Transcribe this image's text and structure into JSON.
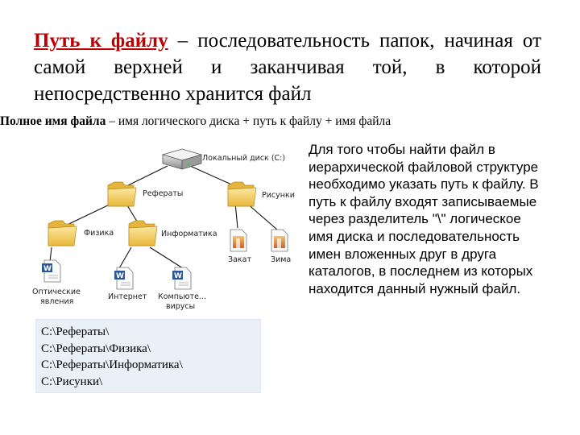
{
  "title": {
    "term": "Путь к файлу",
    "rest": " – последовательность папок, начиная от самой верхней и заканчивая той, в которой непосредственно хранится файл"
  },
  "subtitle": {
    "term": "Полное имя файла",
    "rest": " – имя логического диска + путь к файлу + имя файла"
  },
  "description": "Для того чтобы найти файл в иерархической файловой структуре необходимо указать путь к файлу. В путь к файлу входят записываемые через разделитель \"\\\" логическое имя диска и последовательность имен вложенных друг в друга каталогов, в последнем из которых находится данный нужный файл.",
  "tree": {
    "disk": "Локальный диск (C:)",
    "folders": {
      "referaty": "Рефераты",
      "risunki": "Рисунки",
      "fizika": "Физика",
      "informatika": "Информатика"
    },
    "files": {
      "opticheskie_line1": "Оптические",
      "opticheskie_line2": "явления",
      "internet": "Интернет",
      "komputernye_line1": "Компьюте...",
      "komputernye_line2": "вирусы",
      "zakat": "Закат",
      "zima": "Зима"
    }
  },
  "paths": [
    "C:\\Рефераты\\",
    "C:\\Рефераты\\Физика\\",
    "C:\\Рефераты\\Информатика\\",
    "C:\\Рисунки\\"
  ],
  "colors": {
    "term": "#c00000",
    "paths_bg": "#e9f0f8",
    "folder": "#f5d26b",
    "word_icon": "#2b5797"
  }
}
